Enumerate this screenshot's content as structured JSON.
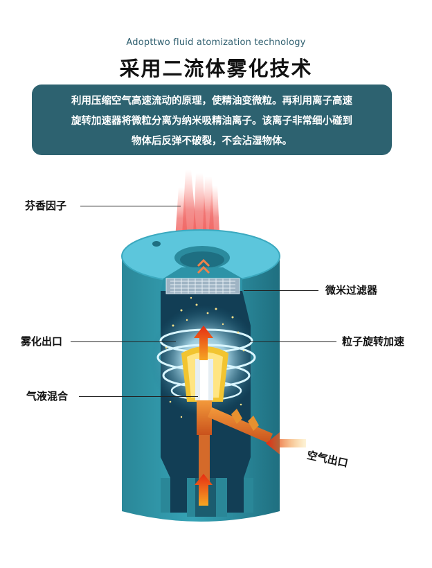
{
  "header": {
    "subtitle": "Adopttwo fluid atomization technology",
    "title": "采用二流体雾化技术"
  },
  "description": {
    "line1": "利用压缩空气高速流动的原理，使精油变微粒。再利用离子高速",
    "line2": "旋转加速器将微粒分离为纳米吸精油离子。该离子非常细小碰到",
    "line3": "物体后反弹不破裂，不会沾湿物体。"
  },
  "labels": {
    "fragrance": "芬香因子",
    "micro_filter": "微米过滤器",
    "atomizing_outlet": "雾化出口",
    "particle_accelerator": "粒子旋转加速",
    "gas_liquid_mix": "气液混合",
    "air_outlet": "空气出口"
  },
  "colors": {
    "cylinder": "#2f95a8",
    "cylinder_top": "#5cc6dc",
    "desc_background": "#2d6270",
    "nozzle": "#f2c430",
    "arrow": "#e8401c",
    "mist": "#f07a72"
  }
}
